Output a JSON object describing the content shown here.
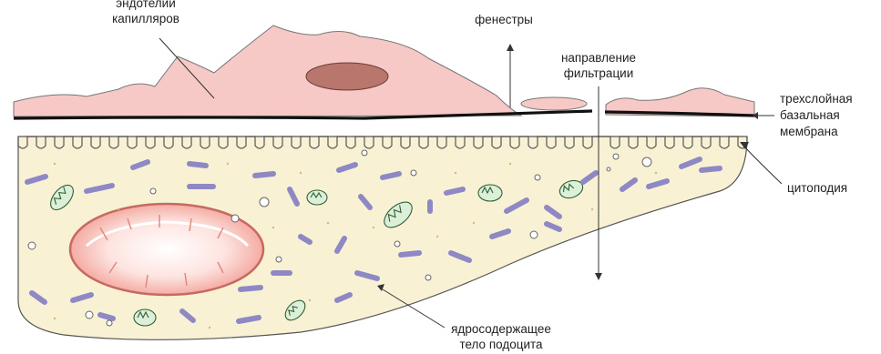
{
  "labels": {
    "endothelium_line1": "эндотелий",
    "endothelium_line2": "капилляров",
    "fenestrae": "фенестры",
    "filtration_line1": "направление",
    "filtration_line2": "фильтрации",
    "membrane_line1": "трехслойная",
    "membrane_line2": "базальная",
    "membrane_line3": "мембрана",
    "cytopodia": "цитоподия",
    "podocyte_line1": "ядросодержащее",
    "podocyte_line2": "тело подоцита"
  },
  "colors": {
    "endothelium_fill": "#f6c9c6",
    "nucleus_fill": "#b9766d",
    "cytoplasm_fill": "#f9f1d4",
    "membrane": "#111111",
    "mitochondria_fill": "#dcefd8",
    "organelle_fill": "#a9a6d8",
    "podocyte_nucleus_fill": "#f5b4ac"
  }
}
